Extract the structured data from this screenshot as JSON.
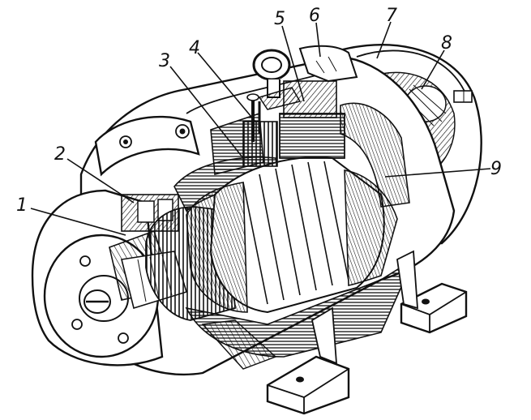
{
  "labels": [
    {
      "id": "1",
      "text": "1"
    },
    {
      "id": "2",
      "text": "2"
    },
    {
      "id": "3",
      "text": "3"
    },
    {
      "id": "4",
      "text": "4"
    },
    {
      "id": "5",
      "text": "5"
    },
    {
      "id": "6",
      "text": "6"
    },
    {
      "id": "7",
      "text": "7"
    },
    {
      "id": "8",
      "text": "8"
    },
    {
      "id": "9",
      "text": "9"
    }
  ]
}
